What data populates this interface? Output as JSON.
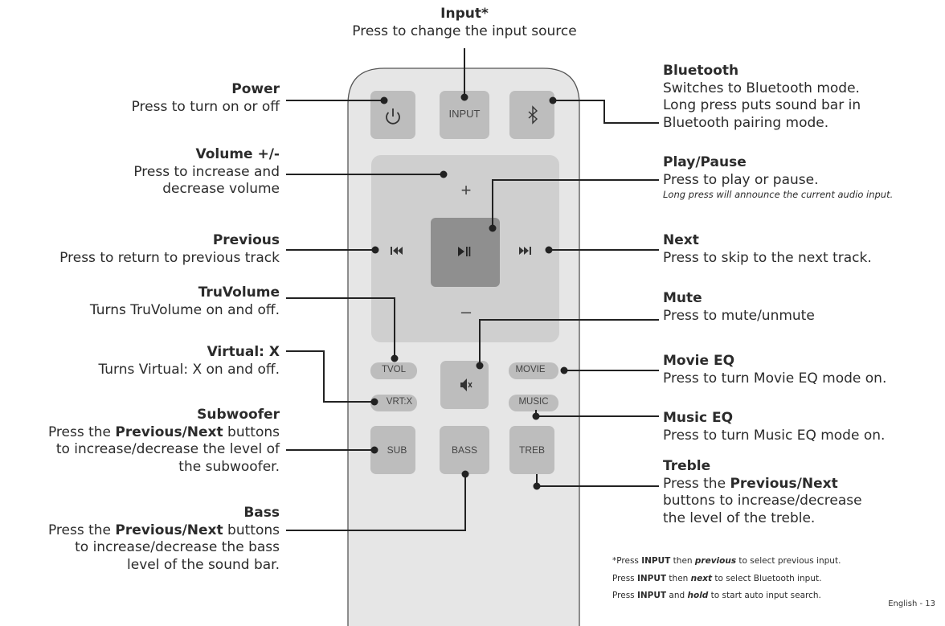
{
  "labels": {
    "input": {
      "title": "Input*",
      "desc": "Press to change the input source"
    },
    "power": {
      "title": "Power",
      "desc": "Press to turn on or off"
    },
    "volume": {
      "title": "Volume +/-",
      "desc1": "Press to increase and",
      "desc2": "decrease volume"
    },
    "previous": {
      "title": "Previous",
      "desc": "Press to return to previous track"
    },
    "truvolume": {
      "title": "TruVolume",
      "desc": "Turns TruVolume on and off."
    },
    "virtual": {
      "title": "Virtual: X",
      "desc": "Turns Virtual: X on and off."
    },
    "subwoofer": {
      "title": "Subwoofer",
      "desc_pre": "Press the ",
      "desc_bold": "Previous/Next",
      "desc_post": " buttons",
      "desc2": "to increase/decrease the level of",
      "desc3": "the subwoofer."
    },
    "bass": {
      "title": "Bass",
      "desc_pre": "Press the ",
      "desc_bold": "Previous/Next",
      "desc_post": " buttons",
      "desc2": "to increase/decrease the bass",
      "desc3": "level of the sound bar."
    },
    "bluetooth": {
      "title": "Bluetooth",
      "desc1": "Switches to Bluetooth mode.",
      "desc2": "Long press puts sound bar in",
      "desc3": "Bluetooth pairing mode."
    },
    "playpause": {
      "title": "Play/Pause",
      "desc": "Press to play or pause.",
      "small": "Long press will announce the current audio input."
    },
    "next": {
      "title": "Next",
      "desc": "Press to skip to the next track."
    },
    "mute": {
      "title": "Mute",
      "desc": "Press to mute/unmute"
    },
    "movieeq": {
      "title": "Movie EQ",
      "desc": "Press to turn Movie EQ mode on."
    },
    "musiceq": {
      "title": "Music EQ",
      "desc": "Press to turn Music EQ mode on."
    },
    "treble": {
      "title": "Treble",
      "desc_pre": "Press the ",
      "desc_bold": "Previous/Next",
      "desc2": "buttons to increase/decrease",
      "desc3": "the level of the treble."
    }
  },
  "buttons": {
    "input": "INPUT",
    "tvol": "TVOL",
    "vrtx": "VRT:X",
    "movie": "MOVIE",
    "music": "MUSIC",
    "sub": "SUB",
    "bass": "BASS",
    "treb": "TREB",
    "plus": "+",
    "minus": "–"
  },
  "notes": {
    "line1": {
      "a": "*Press ",
      "b": "INPUT",
      "c": " then ",
      "d": "previous",
      "e": " to select previous input."
    },
    "line2": {
      "a": "Press ",
      "b": "INPUT",
      "c": " then ",
      "d": "next",
      "e": " to select Bluetooth input."
    },
    "line3": {
      "a": "Press ",
      "b": "INPUT",
      "c": " and ",
      "d": "hold",
      "e": " to start auto input search."
    }
  },
  "page_label": "English - 13"
}
